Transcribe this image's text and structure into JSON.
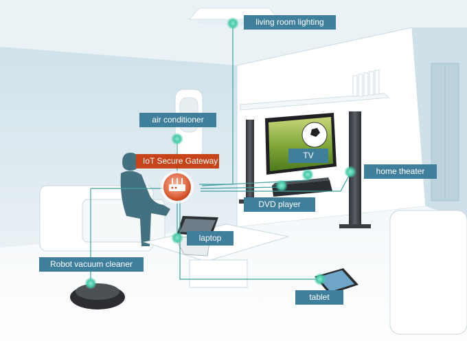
{
  "colors": {
    "label_bg": "#3f7f9c",
    "gateway_bg": "#c7431a",
    "connector_line": "#3f9ea0",
    "node_dot": "#47c9a8",
    "wall": "#d7e6ed",
    "floor": "#f2f6f8"
  },
  "labels": {
    "living_room_lighting": "living room lighting",
    "air_conditioner": "air conditioner",
    "iot_secure_gateway": "IoT Secure Gateway",
    "tv": "TV",
    "home_theater": "home theater",
    "dvd_player": "DVD player",
    "laptop": "laptop",
    "robot_vacuum_cleaner": "Robot vacuum cleaner",
    "tablet": "tablet"
  },
  "icons": {
    "gateway": "router-icon",
    "node": "connection-dot-icon"
  }
}
